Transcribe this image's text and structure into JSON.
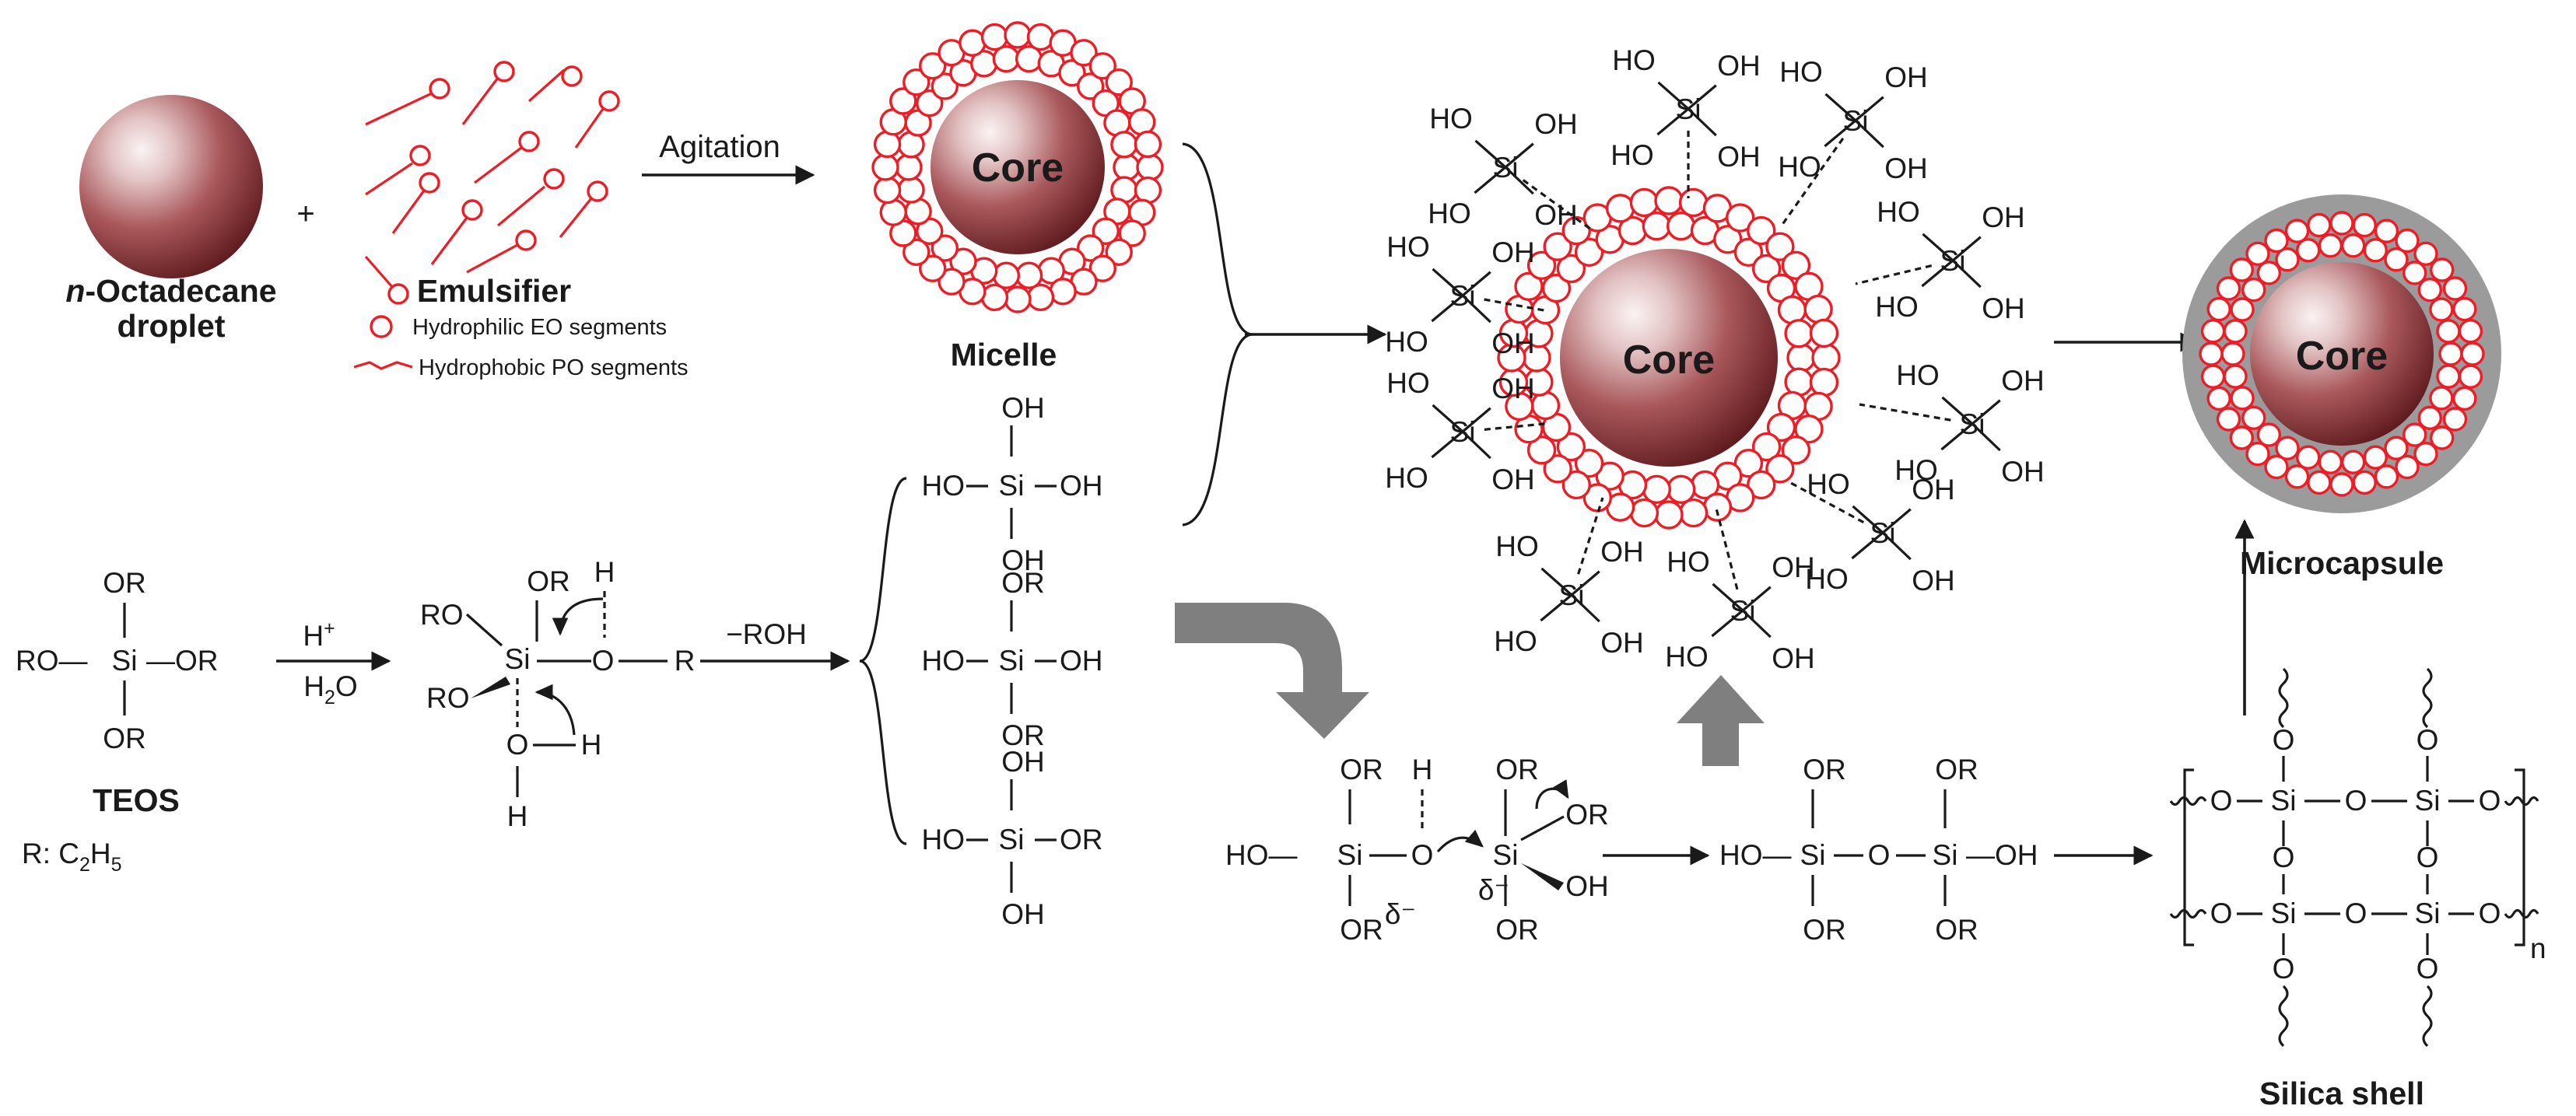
{
  "labels": {
    "droplet_line1_italic": "n",
    "droplet_line1_rest": "-Octadecane",
    "droplet_line2": "droplet",
    "plus": "+",
    "emulsifier": "Emulsifier",
    "eo_legend": "Hydrophilic EO segments",
    "po_legend": "Hydrophobic PO segments",
    "agitation": "Agitation",
    "micelle": "Micelle",
    "core": "Core",
    "microcapsule": "Microcapsule",
    "teos": "TEOS",
    "r_def_prefix": "R: C",
    "r_def_sub1": "2",
    "r_def_mid": "H",
    "r_def_sub2": "5",
    "silica_shell": "Silica shell"
  },
  "reagents": {
    "acid": "H",
    "acid_charge": "+",
    "water_prefix": "H",
    "water_sub": "2",
    "water_suffix": "O",
    "byproduct": "−ROH"
  },
  "atoms": {
    "si": "Si",
    "o": "O",
    "h": "H",
    "r": "R",
    "or": "OR",
    "oh": "OH",
    "ro": "RO",
    "ho": "HO",
    "ro_dash": "RO—",
    "or_dash": "—OR",
    "ho_dash": "HO—",
    "oh_dash": "—OH",
    "delta_minus": "δ⁻",
    "n": "n"
  },
  "colors": {
    "ring_red": "#ee1c25",
    "core_dark": "#7a2428",
    "core_light": "#f5e9ea",
    "shell_gray": "#9b9b9b",
    "big_arrow_gray": "#7f7f7f"
  }
}
